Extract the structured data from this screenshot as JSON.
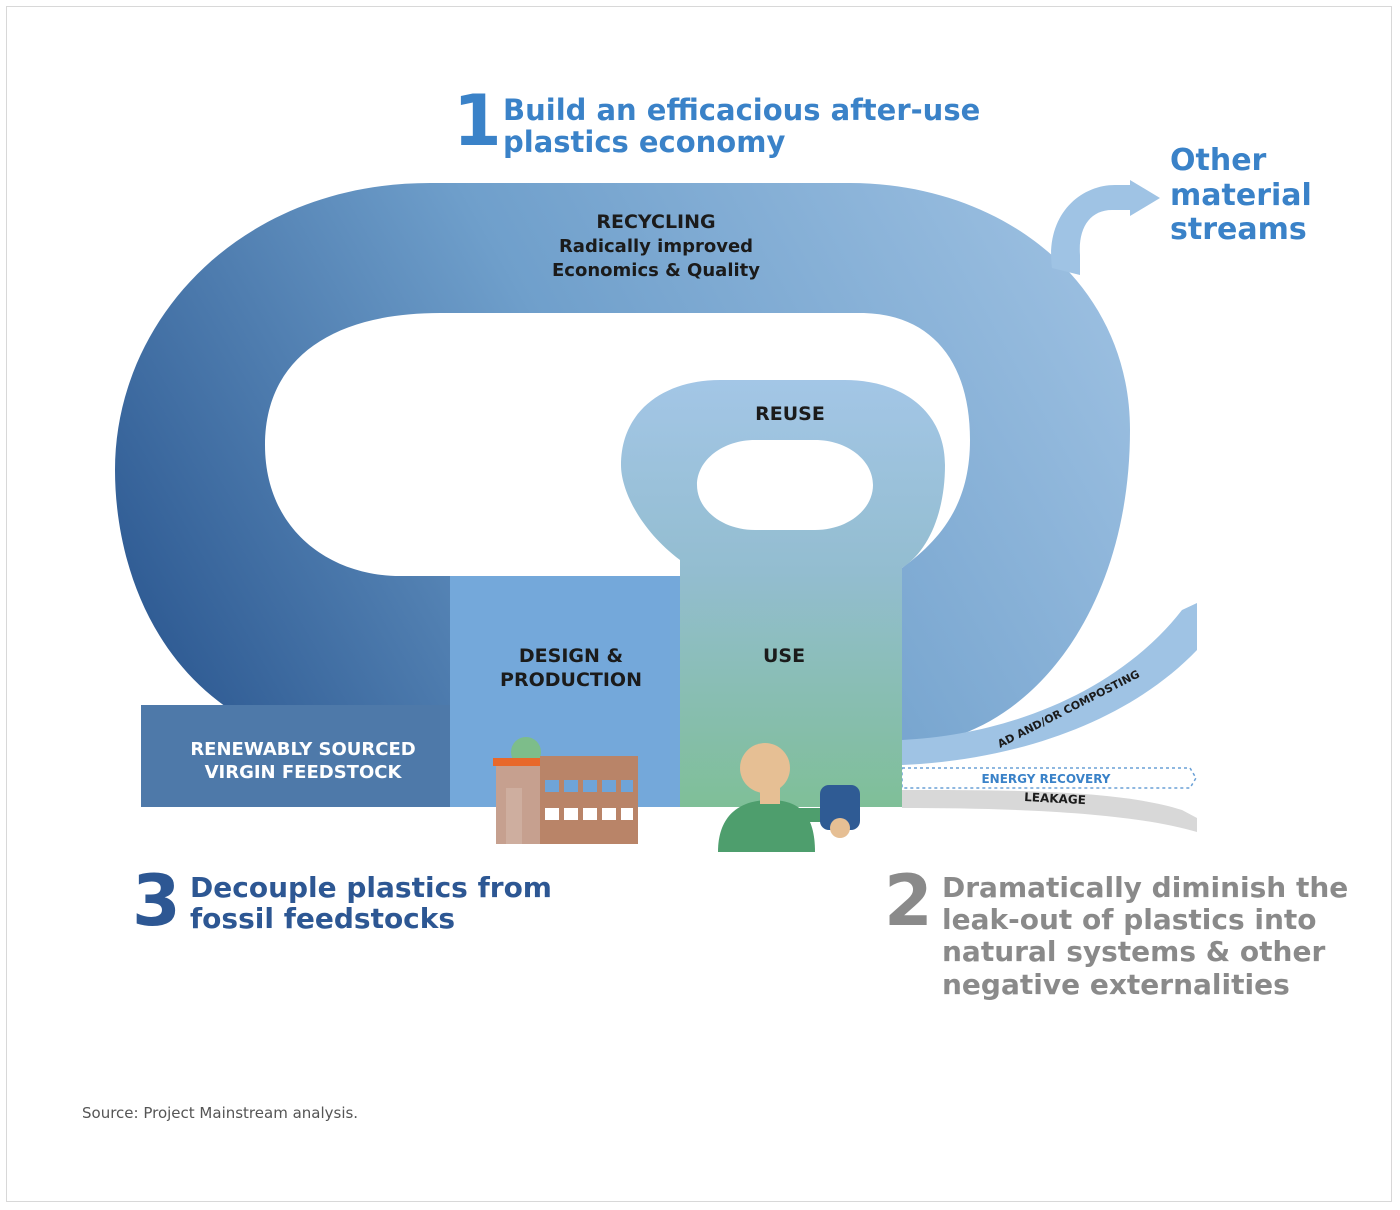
{
  "heading1": {
    "number": "1",
    "line1": "Build an efficacious after-use",
    "line2": "plastics economy"
  },
  "heading2": {
    "number": "2",
    "line1": "Dramatically diminish the",
    "line2": "leak-out of plastics into",
    "line3": "natural systems & other",
    "line4": "negative externalities"
  },
  "heading3": {
    "number": "3",
    "line1": "Decouple plastics from",
    "line2": "fossil feedstocks"
  },
  "other_streams": {
    "line1": "Other",
    "line2": "material",
    "line3": "streams"
  },
  "recycling": {
    "line1": "RECYCLING",
    "line2": "Radically improved",
    "line3": "Economics & Quality"
  },
  "reuse": "REUSE",
  "design": {
    "line1": "DESIGN &",
    "line2": "PRODUCTION"
  },
  "use": "USE",
  "feedstock": {
    "line1": "RENEWABLY SOURCED",
    "line2": "VIRGIN FEEDSTOCK"
  },
  "flows": {
    "composting": "AD AND/OR COMPOSTING",
    "energy": "ENERGY RECOVERY",
    "leakage": "LEAKAGE"
  },
  "source": "Source: Project Mainstream analysis.",
  "colors": {
    "blue_dark": "#2f5a91",
    "blue_light": "#9dc0e2",
    "heading1": "#3a82c8",
    "heading3": "#2d5793",
    "heading2": "#8a8a8a",
    "use_green": "#82bf9d"
  }
}
